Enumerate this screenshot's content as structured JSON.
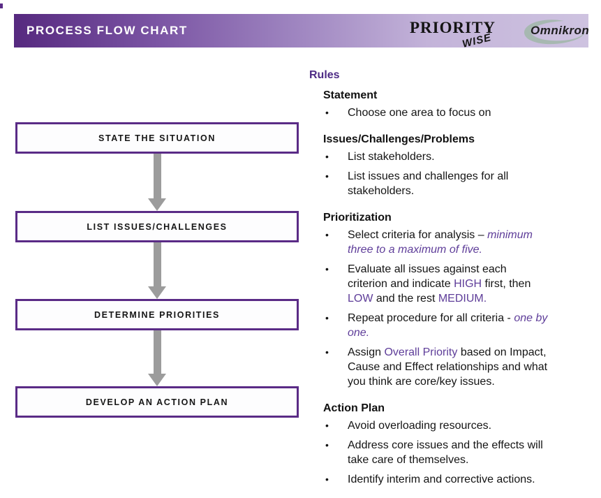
{
  "header": {
    "title": "PROCESS FLOW CHART",
    "brand_priority": "PRIORITY",
    "brand_wise": "WISE",
    "brand_omnikron": "Omnikron",
    "colors": {
      "bar_gradient_start": "#56297f",
      "bar_gradient_end": "#cec3e0",
      "title_text": "#ffffff"
    }
  },
  "flowchart": {
    "steps": [
      {
        "label": "STATE THE SITUATION"
      },
      {
        "label": "LIST ISSUES/CHALLENGES"
      },
      {
        "label": "DETERMINE PRIORITIES"
      },
      {
        "label": "DEVELOP AN ACTION PLAN"
      }
    ],
    "box_border_color": "#5a2b86",
    "arrow_color": "#9c9c9c"
  },
  "rules": {
    "title": "Rules",
    "accent_color": "#5e3d99",
    "sections": [
      {
        "heading": "Statement",
        "bullets": [
          [
            {
              "t": "Choose one area to focus on"
            }
          ]
        ]
      },
      {
        "heading": "Issues/Challenges/Problems",
        "bullets": [
          [
            {
              "t": "List stakeholders."
            }
          ],
          [
            {
              "t": "List issues and challenges for all\nstakeholders."
            }
          ]
        ]
      },
      {
        "heading": "Prioritization",
        "bullets": [
          [
            {
              "t": "Select criteria for analysis – "
            },
            {
              "t": "minimum\nthree to a maximum of five.",
              "s": "purple-italic"
            }
          ],
          [
            {
              "t": "Evaluate all issues against each\ncriterion and indicate "
            },
            {
              "t": "HIGH",
              "s": "purple"
            },
            {
              "t": " first, then\n"
            },
            {
              "t": "LOW",
              "s": "purple"
            },
            {
              "t": " and the rest "
            },
            {
              "t": "MEDIUM.",
              "s": "purple"
            }
          ],
          [
            {
              "t": "Repeat procedure for all criteria - "
            },
            {
              "t": "one by\none.",
              "s": "purple-italic"
            }
          ],
          [
            {
              "t": "Assign "
            },
            {
              "t": "Overall Priority",
              "s": "purple"
            },
            {
              "t": " based on Impact,\nCause and Effect relationships and what\nyou think are core/key issues."
            }
          ]
        ]
      },
      {
        "heading": "Action Plan",
        "bullets": [
          [
            {
              "t": "Avoid overloading resources."
            }
          ],
          [
            {
              "t": "Address core issues and the effects will\ntake care of themselves."
            }
          ],
          [
            {
              "t": "Identify interim and corrective actions."
            }
          ]
        ]
      }
    ]
  }
}
